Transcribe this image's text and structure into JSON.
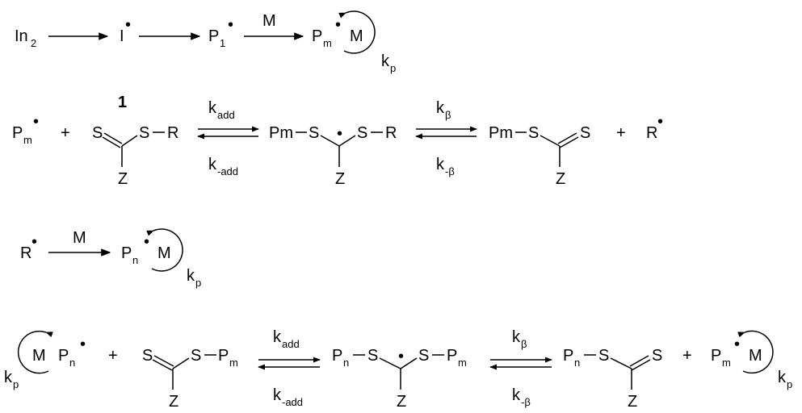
{
  "scheme": {
    "row1": {
      "in": "In",
      "in_sub": "2",
      "i": "I",
      "p1": "P",
      "p1_sub": "1",
      "m_above": "M",
      "pm": "P",
      "pm_sub": "m",
      "pm_m": "M",
      "kp": "k",
      "kp_sub": "p"
    },
    "row2": {
      "pm": "P",
      "pm_sub": "m",
      "plus1": "+",
      "label1": "1",
      "s1": "S",
      "s2": "S",
      "r": "R",
      "z1": "Z",
      "kadd": "k",
      "kadd_sub": "add",
      "kminus": "k",
      "kminus_sub": "-add",
      "int_pm": "Pm",
      "int_s1": "S",
      "int_s2": "S",
      "int_r": "R",
      "int_z": "Z",
      "kb": "k",
      "kb_sub": "β",
      "kmb": "k",
      "kmb_sub": "-β",
      "prod_pm": "Pm",
      "prod_s1": "S",
      "prod_s2": "S",
      "prod_z": "Z",
      "plus2": "+",
      "r_rad": "R"
    },
    "row3": {
      "r": "R",
      "m_above": "M",
      "pn": "P",
      "pn_sub": "n",
      "pn_m": "M",
      "kp": "k",
      "kp_sub": "p"
    },
    "row4": {
      "m": "M",
      "pn": "P",
      "pn_sub": "n",
      "kp1": "k",
      "kp1_sub": "p",
      "plus1": "+",
      "s1": "S",
      "s2": "S",
      "pm": "P",
      "pm_sub": "m",
      "z1": "Z",
      "kadd": "k",
      "kadd_sub": "add",
      "kminus": "k",
      "kminus_sub": "-add",
      "int_pn": "P",
      "int_pn_sub": "n",
      "int_s1": "S",
      "int_s2": "S",
      "int_pm": "P",
      "int_pm_sub": "m",
      "int_z": "Z",
      "kb": "k",
      "kb_sub": "β",
      "kmb": "k",
      "kmb_sub": "-β",
      "prod_pn": "P",
      "prod_pn_sub": "n",
      "prod_s1": "S",
      "prod_s2": "S",
      "prod_z": "Z",
      "plus2": "+",
      "pm2": "P",
      "pm2_sub": "m",
      "pm2_m": "M",
      "kp2": "k",
      "kp2_sub": "p"
    },
    "radical_dot": "•"
  }
}
